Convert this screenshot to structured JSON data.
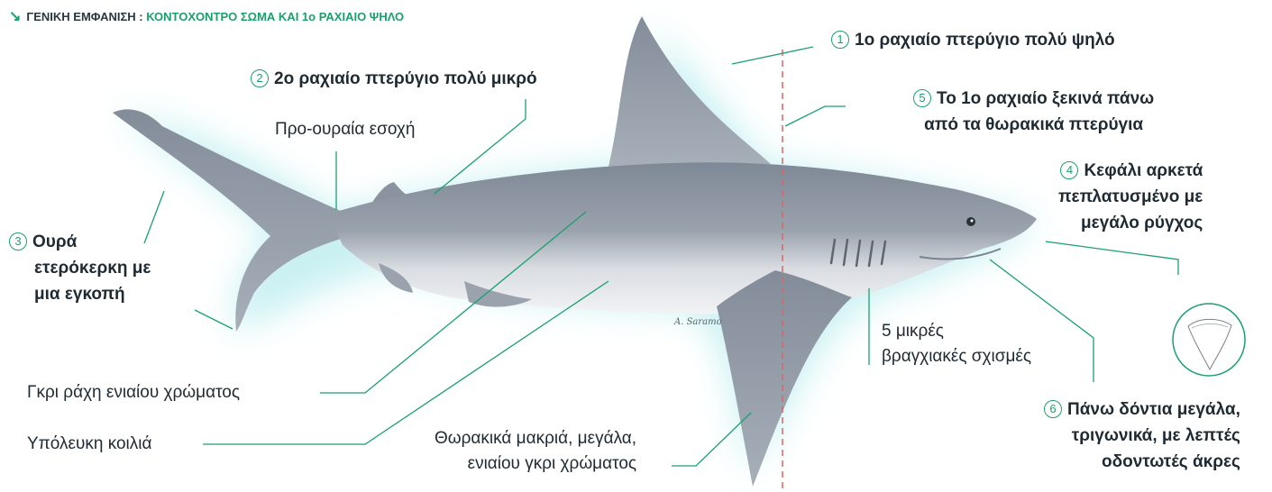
{
  "header": {
    "key": "ΓΕΝΙΚΗ ΕΜΦΑΝΙΣΗ :",
    "value": "ΚΟΝΤΟΧΟΝΤΡΟ ΣΩΜΑ ΚΑΙ 1ο ΡΑΧΙΑΙΟ ΨΗΛΟ"
  },
  "signature": "A. Saramo",
  "colors": {
    "accent": "#1aa06d",
    "body": "#8e97a3",
    "glow": "#c8f0f2"
  },
  "callouts": {
    "c1": {
      "num": "1",
      "lines": [
        "1ο ραχιαίο πτερύγιο πολύ ψηλό"
      ]
    },
    "c2": {
      "num": "2",
      "lines": [
        "2ο ραχιαίο πτερύγιο πολύ μικρό"
      ]
    },
    "c3": {
      "num": "3",
      "lines": [
        "Ουρά",
        "ετερόκερκη με",
        "μια εγκοπή"
      ]
    },
    "c4": {
      "num": "4",
      "lines": [
        "Κεφάλι αρκετά",
        "πεπλατυσμένο με",
        "μεγάλο ρύγχος"
      ]
    },
    "c5": {
      "num": "5",
      "lines": [
        "Το 1ο ραχιαίο ξεκινά πάνω",
        "από τα θωρακικά πτερύγια"
      ]
    },
    "c6": {
      "num": "6",
      "lines": [
        "Πάνω δόντια μεγάλα,",
        "τριγωνικά, με λεπτές",
        "οδοντωτές άκρες"
      ]
    }
  },
  "labels": {
    "precaudal": "Προ-ουραία εσοχή",
    "back": "Γκρι ράχη ενιαίου χρώματος",
    "belly": "Υπόλευκη κοιλιά",
    "pectoral": [
      "Θωρακικά μακριά, μεγάλα,",
      "ενιαίου γκρι χρώματος"
    ],
    "gills": [
      "5 μικρές",
      "βραγχιακές σχισμές"
    ]
  }
}
